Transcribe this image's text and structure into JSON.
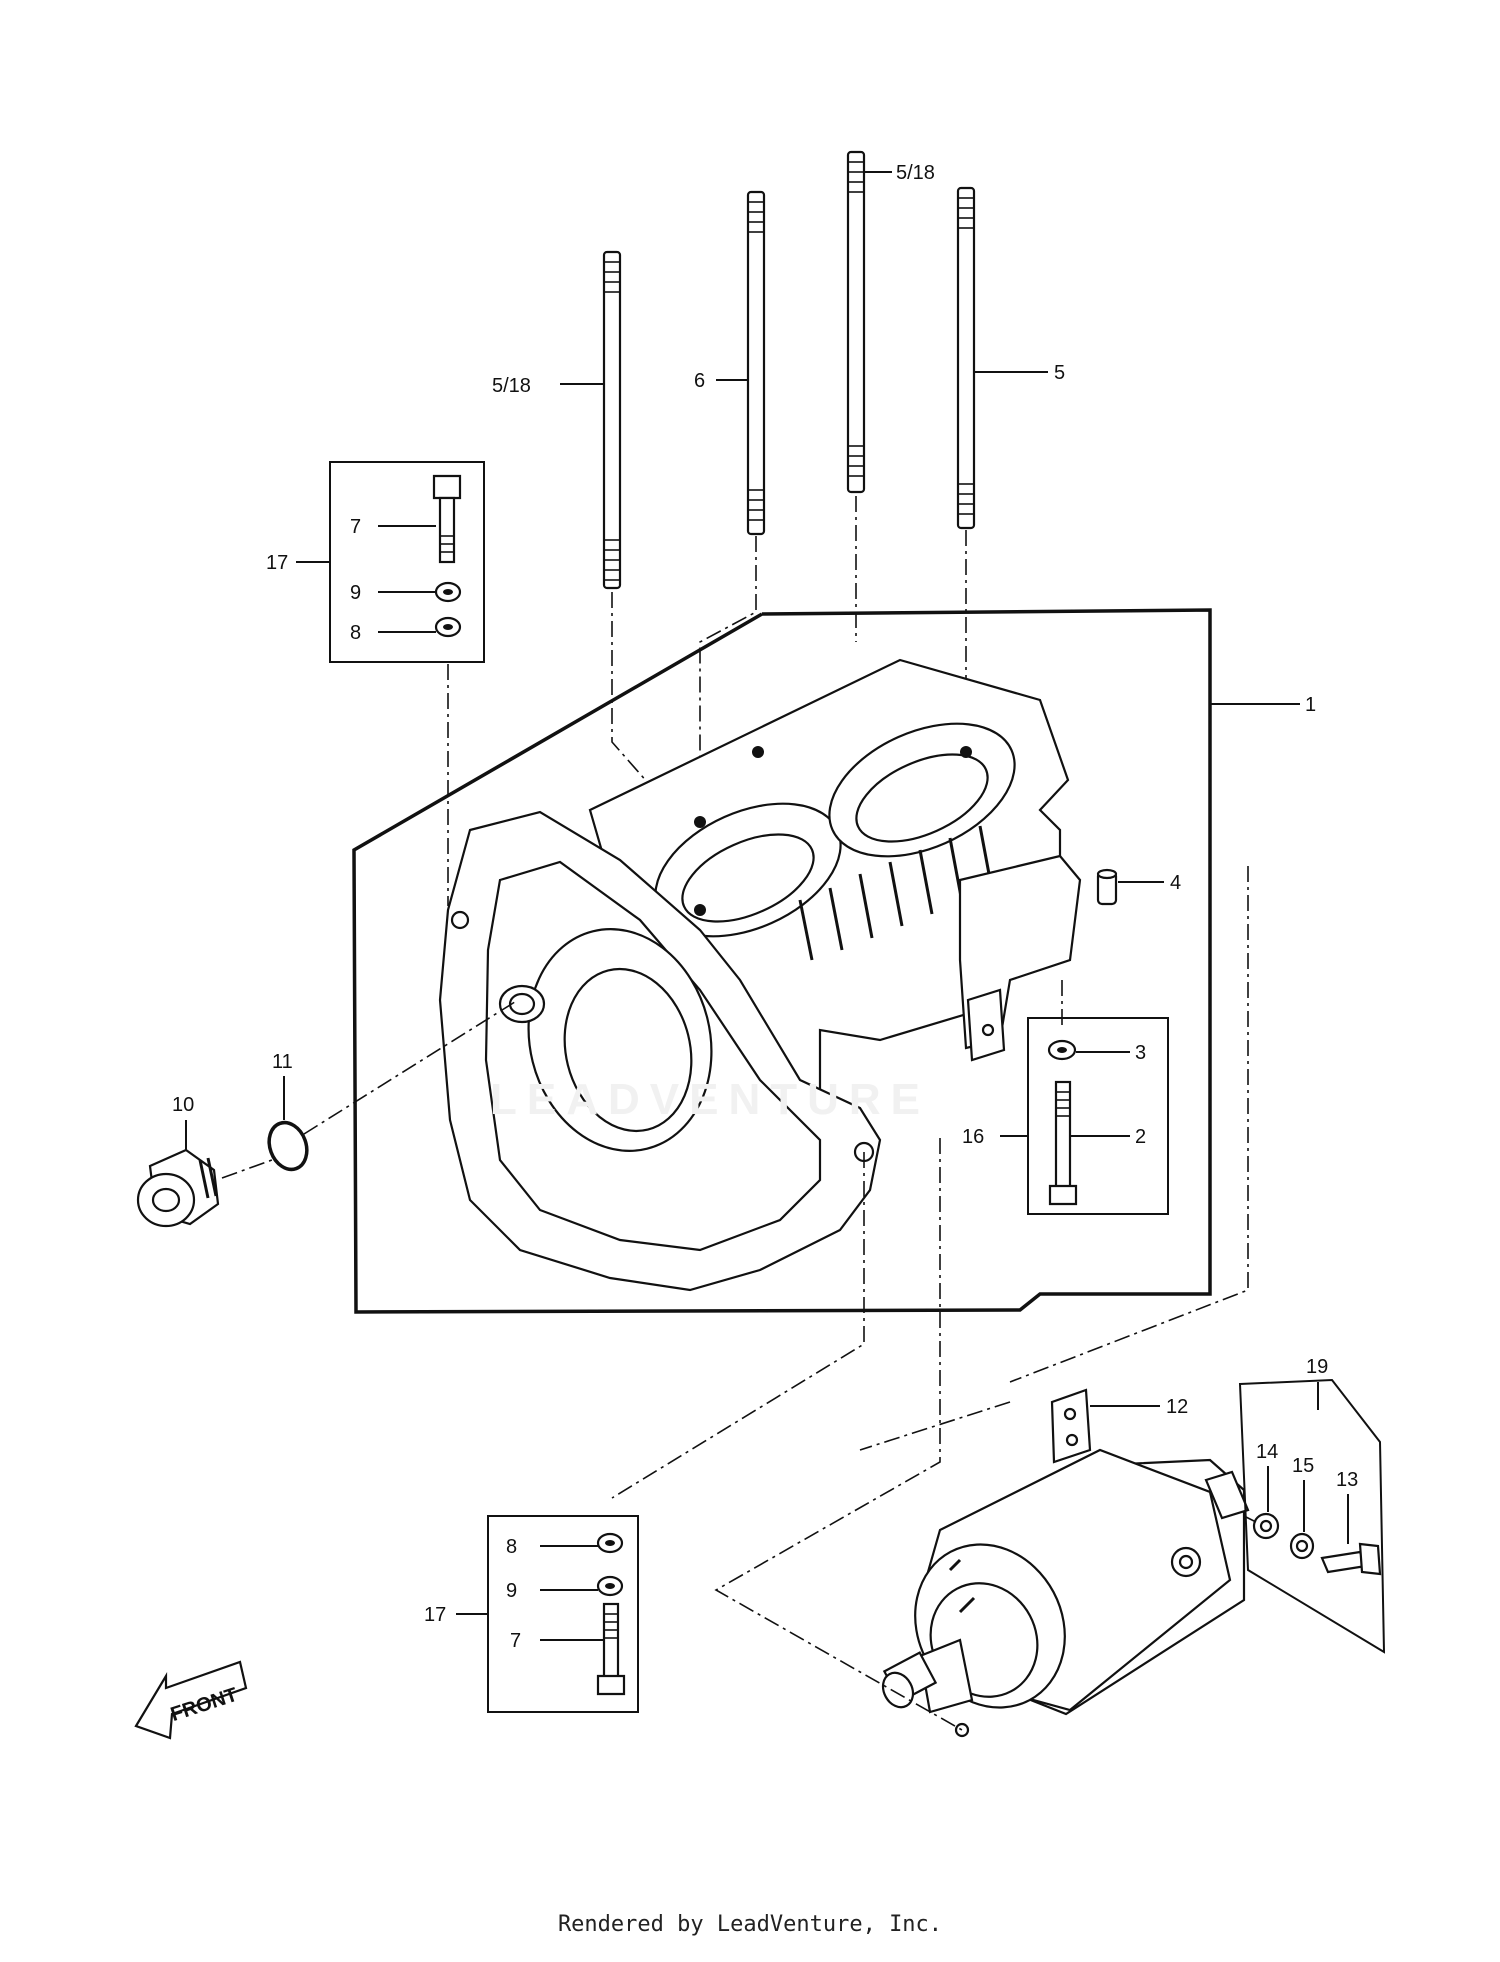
{
  "footer": {
    "text": "Rendered by LeadVenture, Inc."
  },
  "watermark": {
    "text": "LEADVENTURE"
  },
  "front_arrow": {
    "text": "FRONT"
  },
  "callouts": {
    "c1": "1",
    "c2": "2",
    "c3": "3",
    "c4": "4",
    "c5": "5",
    "c6": "6",
    "c5_18_left": "5/18",
    "c5_18_top": "5/18",
    "c7_top": "7",
    "c8_top": "8",
    "c9_top": "9",
    "c17_top": "17",
    "c7_bottom": "7",
    "c8_bottom": "8",
    "c9_bottom": "9",
    "c17_bottom": "17",
    "c10": "10",
    "c11": "11",
    "c12": "12",
    "c13": "13",
    "c14": "14",
    "c15": "15",
    "c16": "16",
    "c19": "19"
  }
}
